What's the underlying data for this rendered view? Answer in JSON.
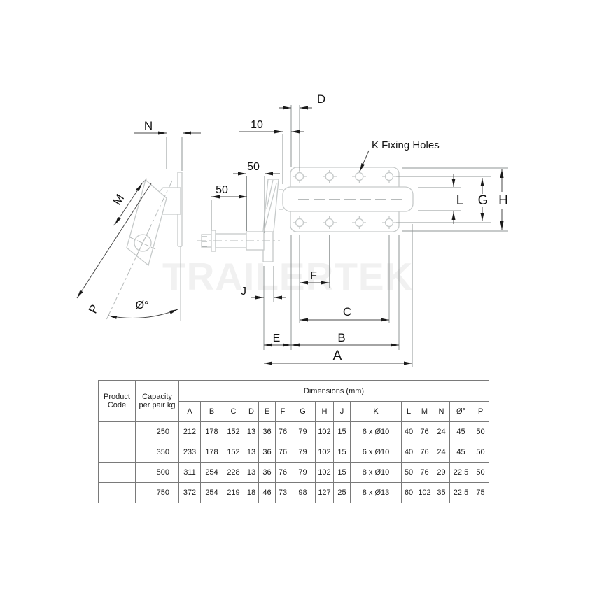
{
  "watermark": "TRAILERTEK",
  "diagram": {
    "labels": {
      "a": "A",
      "b": "B",
      "c": "C",
      "d": "D",
      "e": "E",
      "f": "F",
      "g": "G",
      "h": "H",
      "j": "J",
      "l": "L",
      "m": "M",
      "n": "N",
      "p": "P",
      "angle": "Ø°",
      "dim10": "10",
      "dim50_upper": "50",
      "dim50_lower": "50",
      "k_note": "K Fixing Holes"
    }
  },
  "table": {
    "headers": {
      "product_code": "Product Code",
      "capacity": "Capacity per pair kg",
      "dimensions": "Dimensions (mm)"
    },
    "columns": [
      "A",
      "B",
      "C",
      "D",
      "E",
      "F",
      "G",
      "H",
      "J",
      "K",
      "L",
      "M",
      "N",
      "Ø°",
      "P"
    ],
    "rows": [
      {
        "product_code": "",
        "capacity": "250",
        "values": [
          "212",
          "178",
          "152",
          "13",
          "36",
          "76",
          "79",
          "102",
          "15",
          "6 x Ø10",
          "40",
          "76",
          "24",
          "45",
          "50"
        ]
      },
      {
        "product_code": "",
        "capacity": "350",
        "values": [
          "233",
          "178",
          "152",
          "13",
          "36",
          "76",
          "79",
          "102",
          "15",
          "6 x Ø10",
          "40",
          "76",
          "24",
          "45",
          "50"
        ]
      },
      {
        "product_code": "",
        "capacity": "500",
        "values": [
          "311",
          "254",
          "228",
          "13",
          "36",
          "76",
          "79",
          "102",
          "15",
          "8 x Ø10",
          "50",
          "76",
          "29",
          "22.5",
          "50"
        ]
      },
      {
        "product_code": "",
        "capacity": "750",
        "values": [
          "372",
          "254",
          "219",
          "18",
          "46",
          "73",
          "98",
          "127",
          "25",
          "8 x Ø13",
          "60",
          "102",
          "35",
          "22.5",
          "75"
        ]
      }
    ]
  }
}
